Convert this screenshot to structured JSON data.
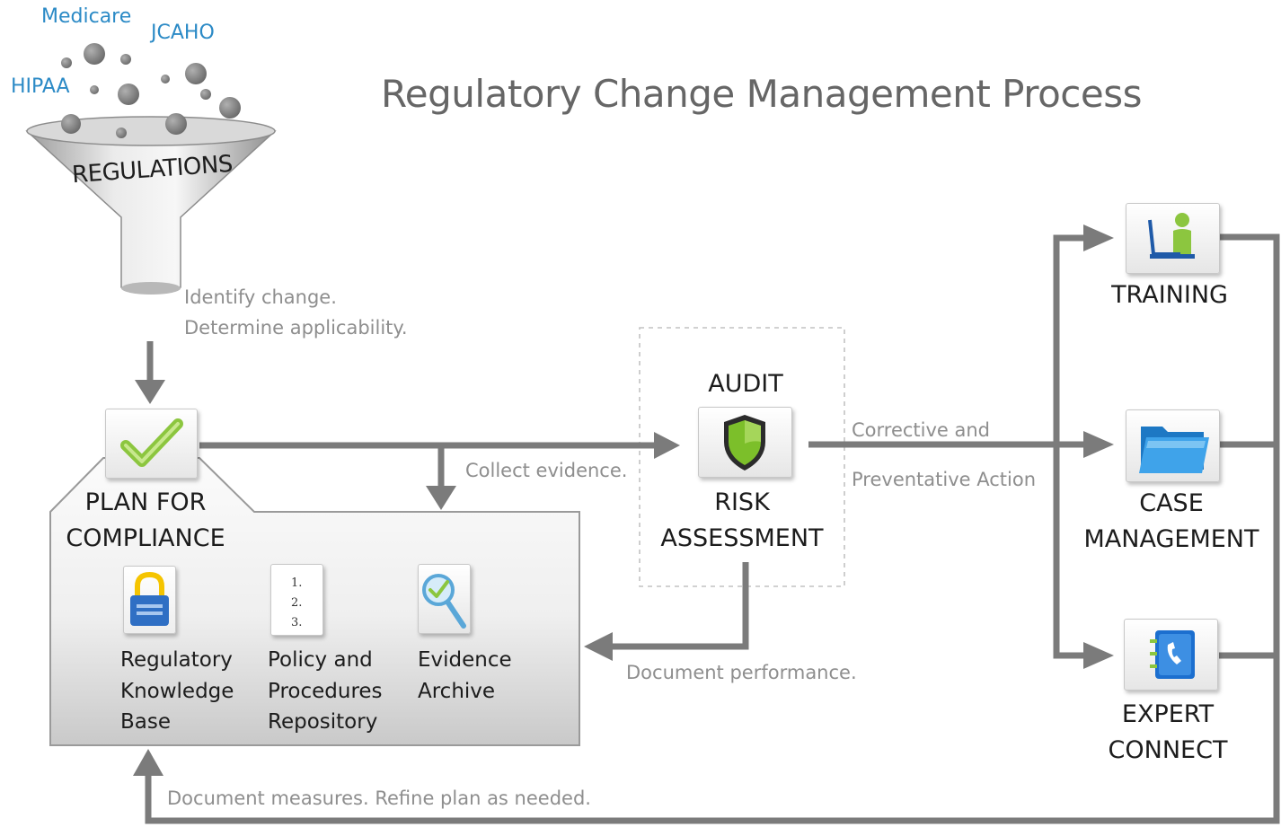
{
  "title": "Regulatory Change Management Process",
  "sources": [
    "Medicare",
    "JCAHO",
    "HIPAA"
  ],
  "funnel_label": "REGULATIONS",
  "notes": {
    "identify_line1": "Identify change.",
    "identify_line2": "Determine applicability.",
    "collect": "Collect evidence.",
    "corrective_line1": "Corrective and",
    "corrective_line2": "Preventative Action",
    "document_performance": "Document performance.",
    "document_measures": "Document measures. Refine plan as needed."
  },
  "plan": {
    "line1": "PLAN FOR",
    "line2": "COMPLIANCE",
    "items": [
      {
        "line1": "Regulatory",
        "line2": "Knowledge",
        "line3": "Base",
        "icon": "lock-icon"
      },
      {
        "line1": "Policy and",
        "line2": "Procedures",
        "line3": "Repository",
        "icon": "numbered-list-icon",
        "list": [
          "1.",
          "2.",
          "3."
        ]
      },
      {
        "line1": "Evidence",
        "line2": "Archive",
        "line3": "",
        "icon": "magnifier-check-icon"
      }
    ]
  },
  "audit": {
    "top": "AUDIT",
    "line1": "RISK",
    "line2": "ASSESSMENT"
  },
  "actions": [
    {
      "line1": "TRAINING",
      "line2": "",
      "icon": "person-at-desk-icon"
    },
    {
      "line1": "CASE",
      "line2": "MANAGEMENT",
      "icon": "folder-icon"
    },
    {
      "line1": "EXPERT",
      "line2": "CONNECT",
      "icon": "phone-book-icon"
    }
  ],
  "colors": {
    "title": "#666666",
    "source_text": "#2b8ac6",
    "arrow": "#7b7b7b",
    "note_text": "#8e8e8e",
    "checkmark": "#8cc63f",
    "shield": "#7cbf2a",
    "lock": "#f5c400",
    "folder": "#2a8fd6"
  }
}
